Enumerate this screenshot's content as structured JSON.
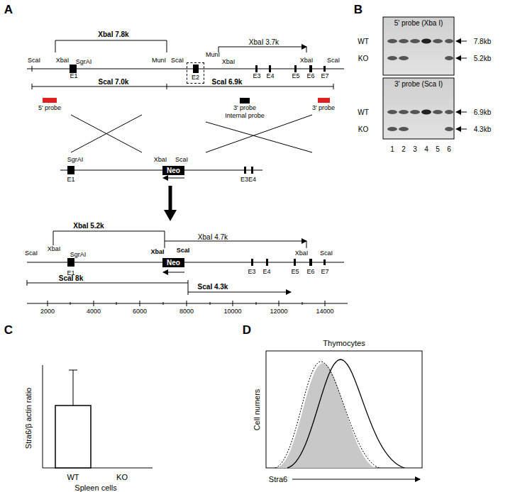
{
  "diagram": {
    "nodes": [
      {
        "text": [
          "E2"
        ]
      },
      {
        "text": [
          "Neo"
        ]
      },
      {
        "text": [
          "Neo"
        ]
      }
    ],
    "labels": [
      "A",
      "XbaI 7.8k",
      "XbaI 3.7k",
      "ScaI",
      "XbaI",
      "SgrAI",
      "MunI",
      "ScaI",
      "MunI",
      "XbaI",
      "XbaI",
      "ScaI",
      "E1",
      "E3",
      "E4",
      "E5",
      "E6",
      "E7",
      "ScaI 7.0k",
      "ScaI 6.9k",
      "5' probe",
      "3' probe",
      "Internal probe",
      "3' probe",
      "SgrAI",
      "E1",
      "XbaI",
      "ScaI",
      "E3E4",
      "XbaI 5.2k",
      "XbaI 4.7k",
      "ScaI",
      "XbaI",
      "SgrAI",
      "E1",
      "XbaI",
      "ScaI",
      "E3",
      "E4",
      "XbaI",
      "E5",
      "E6",
      "ScaI",
      "E7",
      "ScaI 8k",
      "ScaI 4.3k",
      "2000",
      "4000",
      "6000",
      "8000",
      "10000",
      "12000",
      "14000",
      "B",
      "5' probe (Xba I)",
      "WT",
      "KO",
      "7.8kb",
      "5.2kb",
      "3' probe (Sca I)",
      "WT",
      "KO",
      "6.9kb",
      "4.3kb",
      "1",
      "2",
      "3",
      "4",
      "5",
      "6",
      "C",
      "Stra6/β actin ratio",
      "WT",
      "KO",
      "Spleen cells",
      "D",
      "Thymocytes",
      "Cell numers",
      "Stra6"
    ]
  }
}
